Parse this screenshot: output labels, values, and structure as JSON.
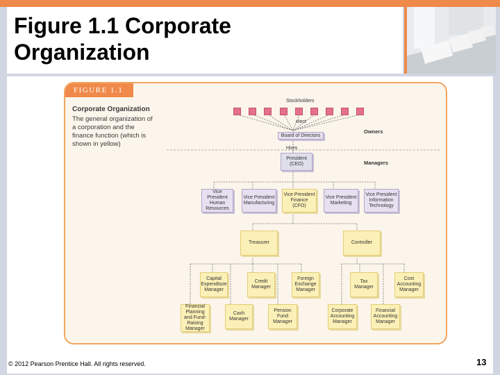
{
  "slide": {
    "title_line1": "Figure 1.1 Corporate",
    "title_line2": "Organization",
    "footer": "© 2012 Pearson Prentice Hall. All rights reserved.",
    "page_number": "13"
  },
  "figure": {
    "tab_label": "FIGURE 1.1",
    "caption_title": "Corporate Organization",
    "caption_text": "The general organization of a corporation and the finance function (which is shown in yellow)",
    "labels": {
      "stockholders": "Stockholders",
      "elect": "elect",
      "hires": "Hires",
      "owners": "Owners",
      "managers": "Managers"
    },
    "nodes": {
      "board": "Board of Directors",
      "president": "President (CEO)",
      "vp_hr": "Vice President Human Resources",
      "vp_mfg": "Vice President Manufacturing",
      "vp_fin": "Vice President Finance (CFO)",
      "vp_mkt": "Vice President Marketing",
      "vp_it": "Vice President Information Technology",
      "treasurer": "Treasurer",
      "controller": "Controller",
      "capital_exp": "Capital Expenditure Manager",
      "credit": "Credit Manager",
      "fx": "Foreign Exchange Manager",
      "tax": "Tax Manager",
      "cost_acct": "Cost Accounting Manager",
      "fin_plan": "Financial Planning and Fund-Raising Manager",
      "cash": "Cash Manager",
      "pension": "Pension Fund Manager",
      "corp_acct": "Corporate Accounting Manager",
      "fin_acct": "Financial Accounting Manager"
    }
  },
  "colors": {
    "accent": "#f08a4a",
    "finance_fill": "#fbf0b7",
    "other_fill": "#e7e0f0",
    "stockholder": "#e4708c"
  }
}
